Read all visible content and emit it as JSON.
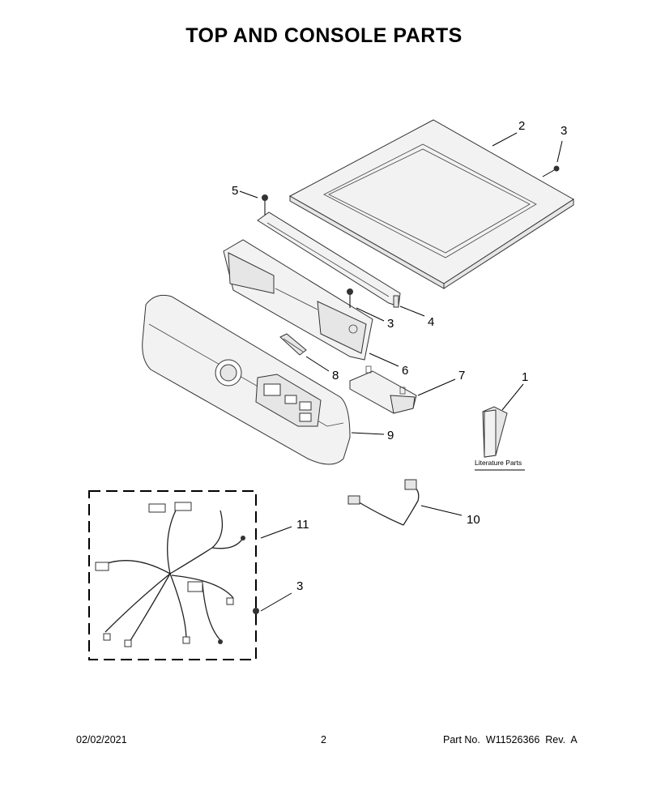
{
  "page": {
    "title": "TOP AND CONSOLE PARTS",
    "footer": {
      "date": "02/02/2021",
      "page_number": "2",
      "part_label": "Part No.",
      "part_number": "W11526366",
      "rev_label": "Rev.",
      "rev": "A"
    }
  },
  "callouts": {
    "c1": "1",
    "c2": "2",
    "c3_top": "3",
    "c3_mid": "3",
    "c3_bottom": "3",
    "c4": "4",
    "c5": "5",
    "c6": "6",
    "c7": "7",
    "c8": "8",
    "c9": "9",
    "c10": "10",
    "c11": "11"
  },
  "literature_label": "Literature Parts"
}
